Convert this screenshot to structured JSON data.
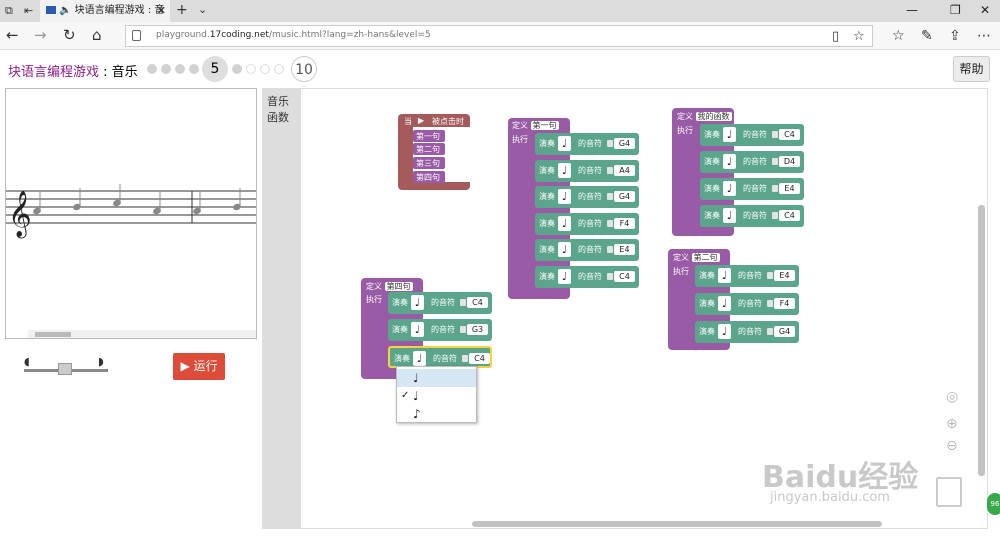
{
  "browser": {
    "tab_title": "块语言编程游戏 : 音",
    "url_prefix": "playground.",
    "url_domain": "17coding.net",
    "url_path": "/music.html?lang=zh-hans&level=5"
  },
  "header": {
    "title_accent": "块语言编程游戏",
    "title_rest": " : 音乐",
    "current_level": "5",
    "max_level": "10",
    "help_label": "帮助"
  },
  "controls": {
    "run_label": "运行"
  },
  "toolbox": {
    "categories": [
      "音乐",
      "函数"
    ]
  },
  "blocks": {
    "when_label": "当",
    "event_label": "被点击时",
    "define_label": "定义",
    "exec_label": "执行",
    "play_label": "演奏",
    "note_label": "的音符",
    "calls": [
      "第一句",
      "第二句",
      "第三句",
      "第四句"
    ],
    "func_first": {
      "name": "第一句",
      "notes": [
        "G4",
        "A4",
        "G4",
        "F4",
        "E4",
        "C4"
      ]
    },
    "func_mine": {
      "name": "我的函数",
      "notes": [
        "C4",
        "D4",
        "E4",
        "C4"
      ]
    },
    "func_second": {
      "name": "第二句",
      "notes": [
        "E4",
        "F4",
        "G4"
      ]
    },
    "func_fourth": {
      "name": "第四句",
      "notes": [
        "C4",
        "G3",
        "C4"
      ]
    }
  },
  "dropdown": {
    "options": [
      "♩",
      "♩",
      "♪"
    ],
    "selected_mark": "✓"
  },
  "watermark": {
    "text": "Baidu经验",
    "url": "jingyan.baidu.com"
  },
  "badge": "96"
}
